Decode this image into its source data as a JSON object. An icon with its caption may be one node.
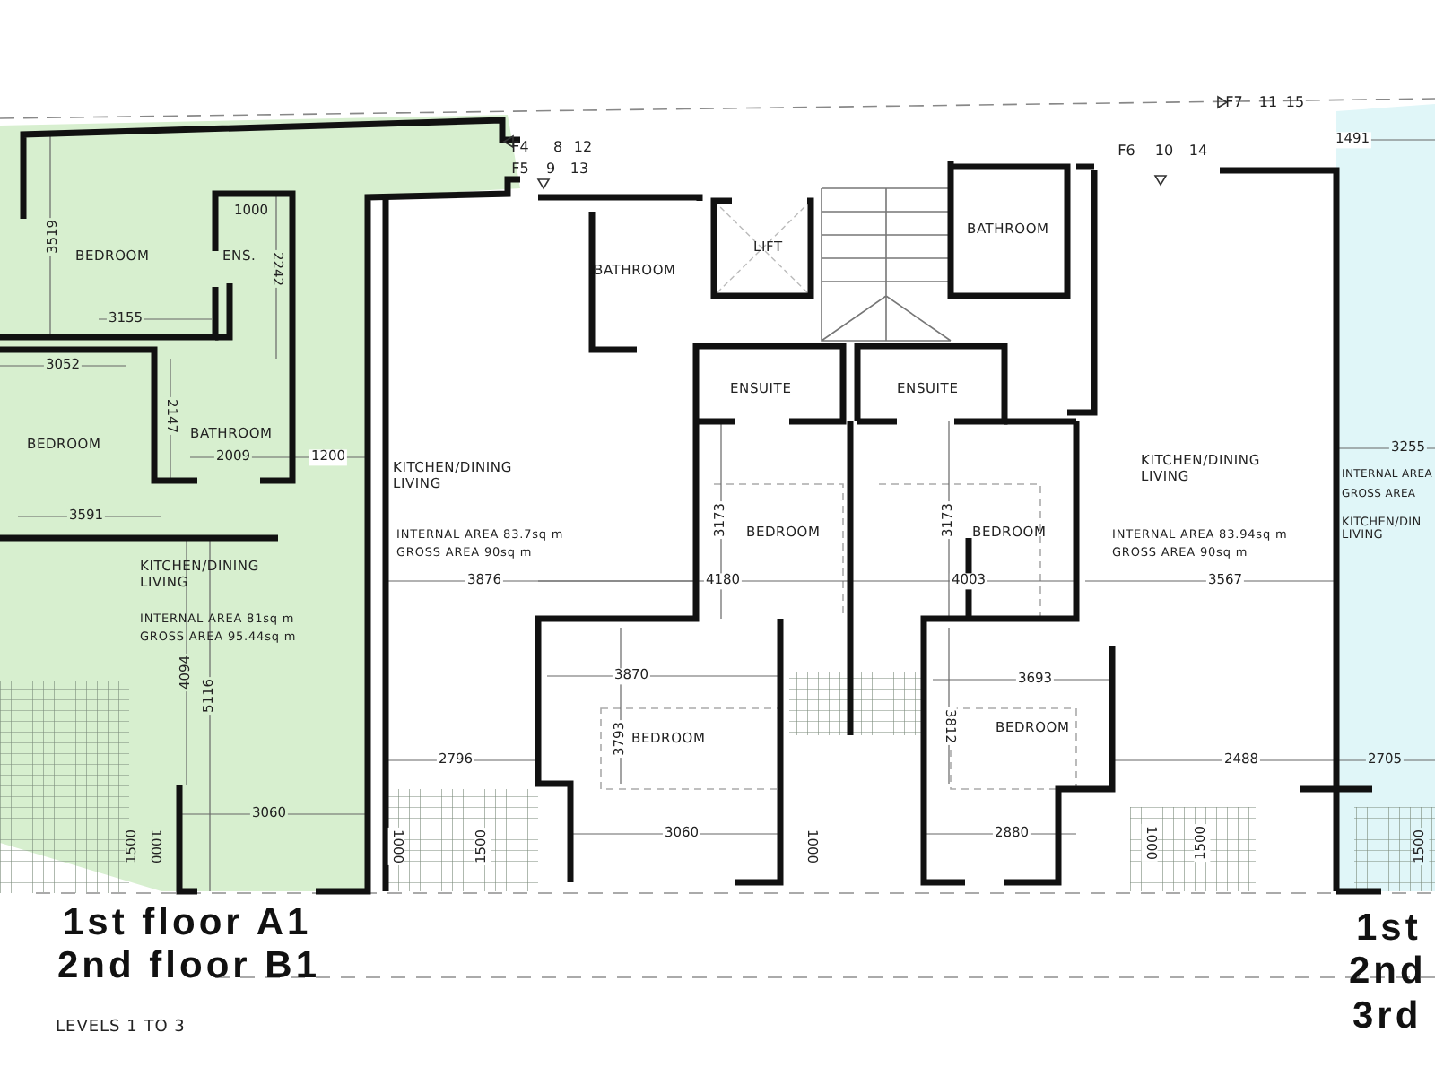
{
  "diagram": {
    "labels": [
      "F4",
      "8",
      "12",
      "F5",
      "9",
      "13",
      "F7",
      "11",
      "15",
      "F6",
      "10",
      "14",
      "1491",
      "1000",
      "3519",
      "BEDROOM",
      "ENS.",
      "2242",
      "BATHROOM",
      "LIFT",
      "BATHROOM",
      "3155",
      "3052",
      "ENSUITE",
      "ENSUITE",
      "2147",
      "BATHROOM",
      "BEDROOM",
      "3255",
      "2009",
      "1200",
      "KITCHEN/DINING LIVING",
      "KITCHEN/DINING LIVING",
      "INTERNAL AREA",
      "GROSS AREA",
      "KITCHEN/DIN LIVING",
      "3591",
      "INTERNAL AREA 83.7sq m",
      "3173",
      "BEDROOM",
      "3173",
      "BEDROOM",
      "INTERNAL AREA 83.94sq m",
      "GROSS AREA 90sq m",
      "GROSS AREA 90sq m",
      "KITCHEN/DINING LIVING",
      "3876",
      "4180",
      "4003",
      "3567",
      "INTERNAL AREA 81sq m",
      "GROSS AREA 95.44sq m",
      "4094",
      "5116",
      "3870",
      "3693",
      "3793",
      "BEDROOM",
      "3812",
      "BEDROOM",
      "2796",
      "2488",
      "2705",
      "3060",
      "1500",
      "1000",
      "1000",
      "1500",
      "3060",
      "1000",
      "2880",
      "1000",
      "1500",
      "1500",
      "1st floor A1",
      "2nd floor B1",
      "1st",
      "2nd",
      "3rd",
      "LEVELS 1 TO 3"
    ]
  }
}
